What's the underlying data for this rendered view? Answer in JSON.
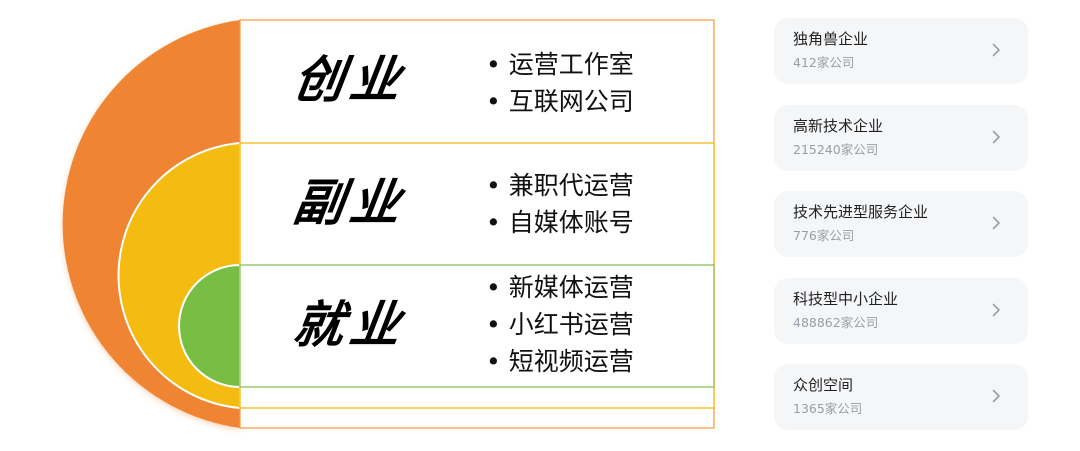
{
  "diagram": {
    "tiers": [
      {
        "title": "创业",
        "items": [
          "运营工作室",
          "互联网公司"
        ],
        "color": "#ef8432"
      },
      {
        "title": "副业",
        "items": [
          "兼职代运营",
          "自媒体账号"
        ],
        "color": "#f4bb11"
      },
      {
        "title": "就业",
        "items": [
          "新媒体运营",
          "小红书运营",
          "短视频运营"
        ],
        "color": "#78be45"
      }
    ]
  },
  "cards": [
    {
      "title": "独角兽企业",
      "count": "412家公司",
      "icon": "chevron-right-icon"
    },
    {
      "title": "高新技术企业",
      "count": "215240家公司",
      "icon": "chevron-right-icon"
    },
    {
      "title": "技术先进型服务企业",
      "count": "776家公司",
      "icon": "chevron-right-icon"
    },
    {
      "title": "科技型中小企业",
      "count": "488862家公司",
      "icon": "chevron-right-icon"
    },
    {
      "title": "众创空间",
      "count": "1365家公司",
      "icon": "chevron-right-icon"
    }
  ]
}
